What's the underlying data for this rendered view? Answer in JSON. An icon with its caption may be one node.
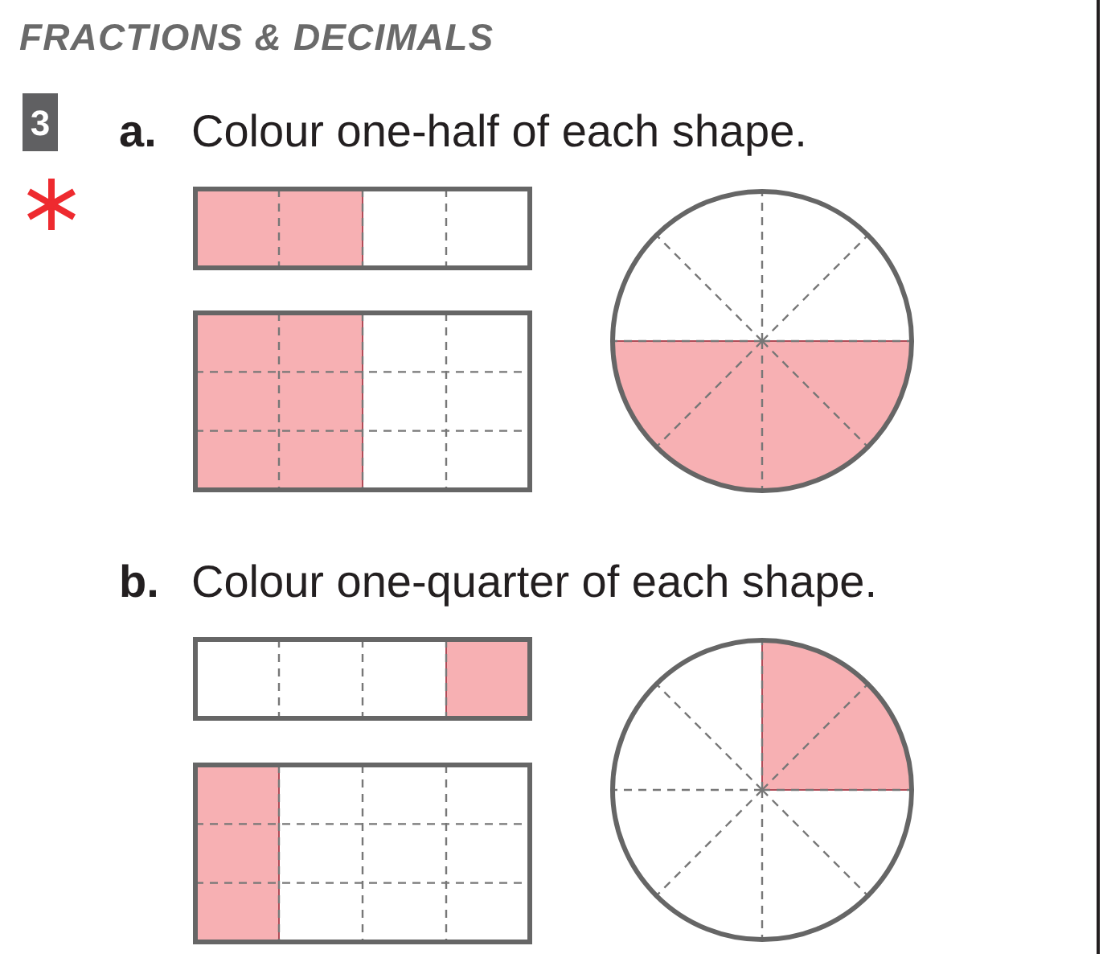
{
  "diagram": {
    "title": "FRACTIONS & DECIMALS",
    "nodes": [
      {
        "text": [],
        "shape": "bar"
      },
      {
        "text": [],
        "shape": "box"
      },
      {
        "text": [],
        "shape": "circle"
      },
      {
        "text": [],
        "shape": "bar"
      },
      {
        "text": [],
        "shape": "box"
      },
      {
        "text": [],
        "shape": "circle"
      }
    ],
    "labels": [
      "3",
      "a.",
      "Colour one-half of each shape.",
      "b.",
      "Colour one-quarter of each shape."
    ]
  }
}
